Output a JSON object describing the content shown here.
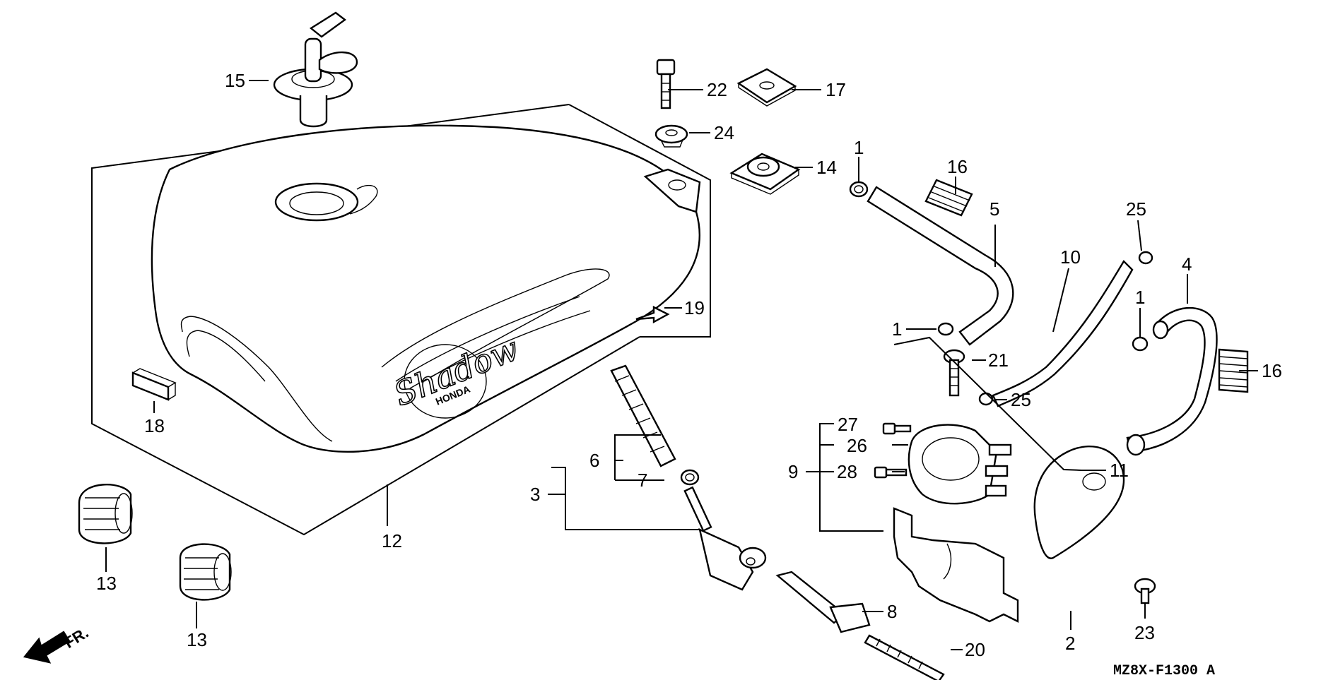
{
  "labels": {
    "p1a": "1",
    "p1b": "1",
    "p1c": "1",
    "p2": "2",
    "p3": "3",
    "p4": "4",
    "p5": "5",
    "p6": "6",
    "p7": "7",
    "p8": "8",
    "p9": "9",
    "p10": "10",
    "p11": "11",
    "p12": "12",
    "p13a": "13",
    "p13b": "13",
    "p14": "14",
    "p15": "15",
    "p16a": "16",
    "p16b": "16",
    "p17": "17",
    "p18": "18",
    "p19": "19",
    "p20": "20",
    "p21": "21",
    "p22": "22",
    "p23": "23",
    "p24": "24",
    "p25a": "25",
    "p25b": "25",
    "p26": "26",
    "p27": "27",
    "p28": "28"
  },
  "tank_logo": {
    "brand": "Shadow",
    "maker": "HONDA"
  },
  "front_indicator": "FR.",
  "diagram_code": "MZ8X-F1300 A",
  "colors": {
    "line": "#000000",
    "background": "#ffffff"
  }
}
